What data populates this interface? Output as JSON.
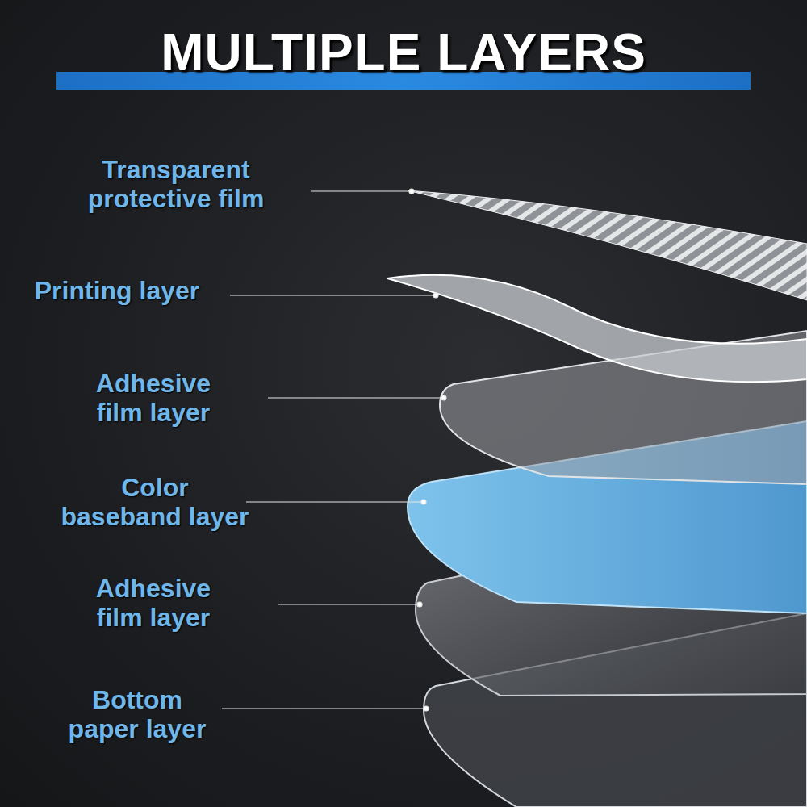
{
  "diagram": {
    "title": "MULTIPLE LAYERS",
    "labels": [
      "Transparent protective film",
      "Printing layer",
      "Adhesive film layer",
      "Color baseband layer",
      "Adhesive film layer",
      "Bottom paper layer"
    ]
  }
}
